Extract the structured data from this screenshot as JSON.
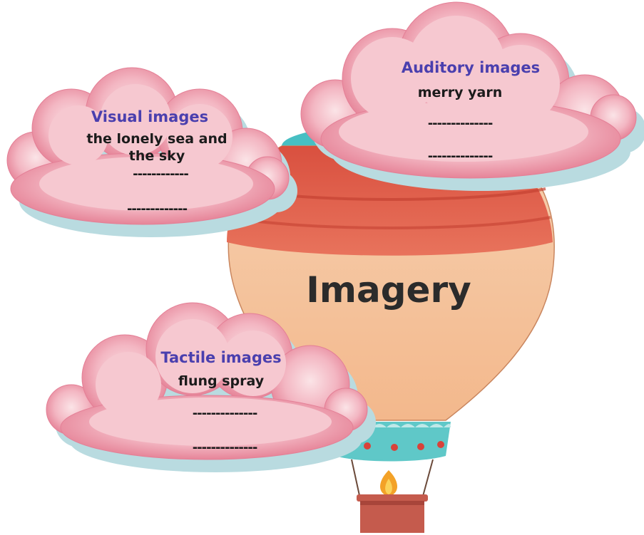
{
  "title": "Imagery",
  "clouds": {
    "visual": {
      "heading": "Visual images",
      "example_line1": "the lonely sea and",
      "example_line2": "the sky",
      "blank1": "------------",
      "blank2": "-------------"
    },
    "auditory": {
      "heading": "Auditory images",
      "example": "merry yarn",
      "blank1": "--------------",
      "blank2": "--------------"
    },
    "tactile": {
      "heading": "Tactile images",
      "example": "flung spray",
      "blank1": "--------------",
      "blank2": "--------------"
    }
  },
  "colors": {
    "heading": "#4a3fae",
    "cloud_pink": "#e98a9f",
    "cloud_shadow": "#b9dbe0",
    "balloon_red": "#e05a4a",
    "balloon_peach": "#f6c39a",
    "balloon_teal": "#47bfc3"
  }
}
